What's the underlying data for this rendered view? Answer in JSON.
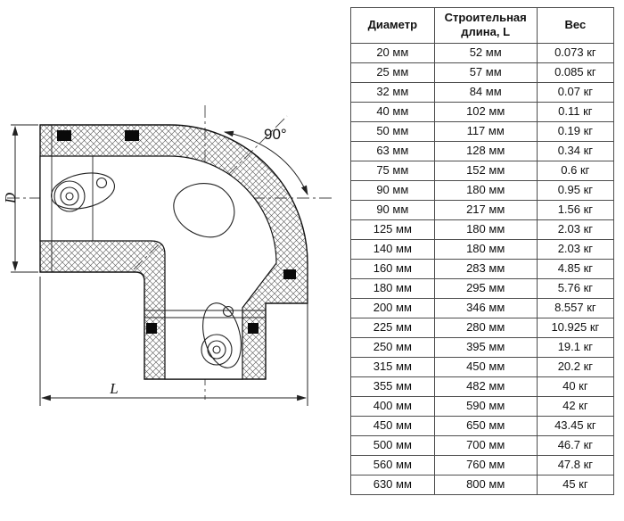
{
  "drawing": {
    "labels": {
      "diameter": "D",
      "length": "L",
      "angle": "90°"
    }
  },
  "table": {
    "headers": [
      "Диаметр",
      "Строительная длина, L",
      "Вес"
    ],
    "rows": [
      [
        "20 мм",
        "52 мм",
        "0.073 кг"
      ],
      [
        "25 мм",
        "57 мм",
        "0.085 кг"
      ],
      [
        "32 мм",
        "84 мм",
        "0.07 кг"
      ],
      [
        "40 мм",
        "102 мм",
        "0.11 кг"
      ],
      [
        "50 мм",
        "117 мм",
        "0.19 кг"
      ],
      [
        "63 мм",
        "128 мм",
        "0.34 кг"
      ],
      [
        "75 мм",
        "152 мм",
        "0.6 кг"
      ],
      [
        "90 мм",
        "180 мм",
        "0.95 кг"
      ],
      [
        "90 мм",
        "217 мм",
        "1.56 кг"
      ],
      [
        "125 мм",
        "180 мм",
        "2.03 кг"
      ],
      [
        "140 мм",
        "180 мм",
        "2.03 кг"
      ],
      [
        "160 мм",
        "283 мм",
        "4.85 кг"
      ],
      [
        "180 мм",
        "295 мм",
        "5.76 кг"
      ],
      [
        "200 мм",
        "346 мм",
        "8.557 кг"
      ],
      [
        "225 мм",
        "280 мм",
        "10.925 кг"
      ],
      [
        "250 мм",
        "395 мм",
        "19.1 кг"
      ],
      [
        "315 мм",
        "450 мм",
        "20.2 кг"
      ],
      [
        "355 мм",
        "482 мм",
        "40 кг"
      ],
      [
        "400 мм",
        "590 мм",
        "42 кг"
      ],
      [
        "450 мм",
        "650 мм",
        "43.45 кг"
      ],
      [
        "500 мм",
        "700 мм",
        "46.7 кг"
      ],
      [
        "560 мм",
        "760 мм",
        "47.8 кг"
      ],
      [
        "630 мм",
        "800 мм",
        "45 кг"
      ]
    ]
  }
}
